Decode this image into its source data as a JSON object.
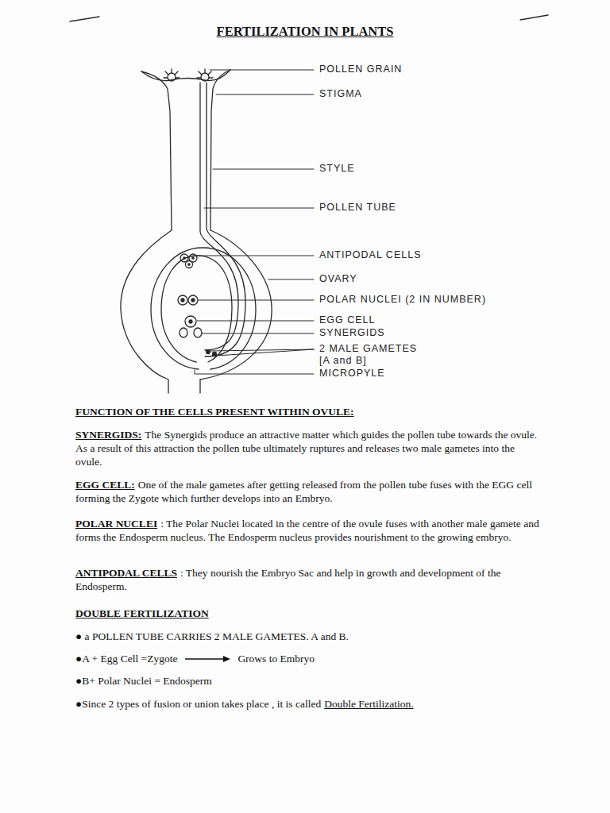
{
  "diagram": {
    "title": "FERTILIZATION IN PLANTS",
    "labels": [
      "POLLEN GRAIN",
      "STIGMA",
      "STYLE",
      "POLLEN TUBE",
      "ANTIPODAL CELLS",
      "OVARY",
      "POLAR NUCLEI (2 IN NUMBER)",
      "EGG CELL",
      "SYNERGIDS",
      "2 MALE GAMETES [A and B]",
      "MICROPYLE",
      "FUNCTION OF THE CELLS PRESENT WITHIN OVULE:",
      "SYNERGIDS:",
      "The Synergids produce an attractive matter which guides the pollen tube towards the ovule. As a result of this attraction the pollen tube ultimately ruptures and releases two male gametes into the ovule.",
      "EGG CELL:",
      "One of the male gametes after getting released from the pollen tube fuses with the EGG cell forming the Zygote which further develops into an Embryo.",
      "POLAR NUCLEI",
      ": The Polar Nuclei located in the centre of the ovule fuses with another male gamete and forms the Endosperm nucleus. The Endosperm nucleus provides nourishment to the growing embryo.",
      "ANTIPODAL CELLS",
      ": They nourish the Embryo Sac and help in growth and development of the Endosperm.",
      "DOUBLE FERTILIZATION",
      "● a POLLEN TUBE CARRIES 2 MALE GAMETES.  A and B.",
      "●A + Egg Cell =Zygote",
      "Grows to Embryo",
      "●B+ Polar Nuclei = Endosperm",
      "●Since 2 types of fusion or union takes place , it is called",
      "Double Fertilization."
    ]
  }
}
